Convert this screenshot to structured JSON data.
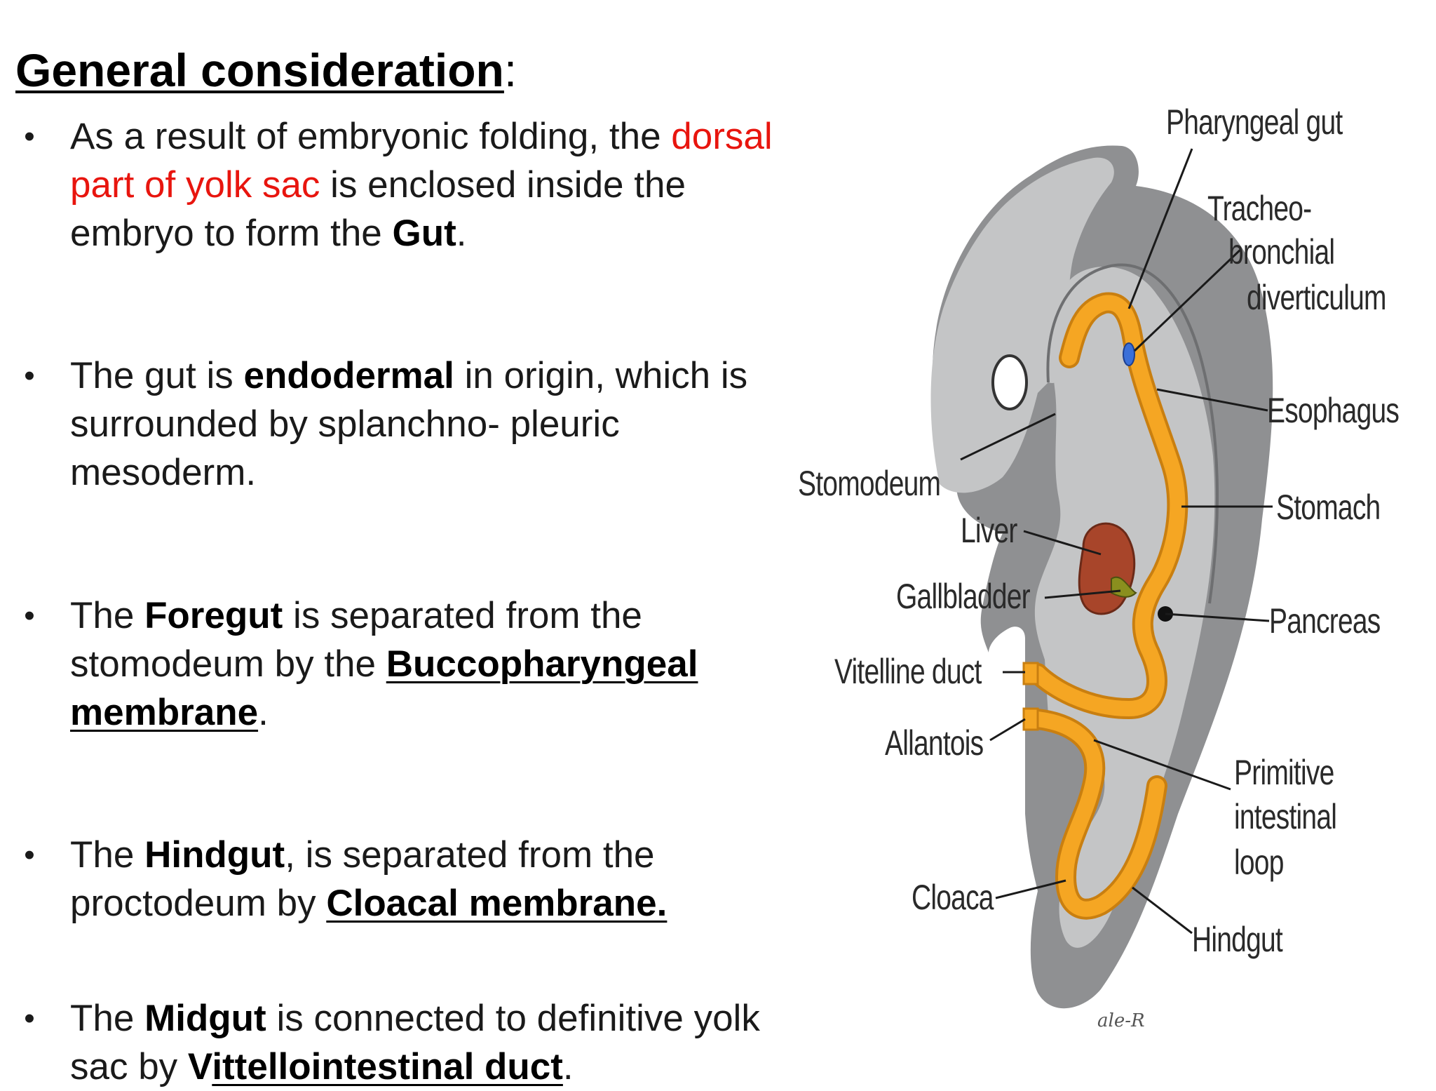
{
  "title": {
    "main": "General consideration",
    "colon": ":"
  },
  "bullets": [
    {
      "glyph": "•",
      "t1": "As a result of embryonic folding, the ",
      "t2": "dorsal part of yolk sac",
      "t3": " is enclosed inside the embryo to form the ",
      "t4": "Gut",
      "t5": "."
    },
    {
      "glyph": "•",
      "t1": "The gut is ",
      "t2": "endodermal",
      "t3": " in origin, which is surrounded by splanchno- pleuric mesoderm."
    },
    {
      "glyph": "•",
      "t1": "The ",
      "t2": "Foregut",
      "t3": " is separated from the stomodeum by the ",
      "t4": "Buccopharyngeal membrane",
      "t5": "."
    },
    {
      "glyph": "•",
      "t1": "The ",
      "t2": "Hindgut",
      "t3": ", is separated from the proctodeum by ",
      "t4": "Cloacal membrane."
    },
    {
      "glyph": "•",
      "t1": "The ",
      "t2": "Midgut",
      "t3": " is connected to definitive yolk sac by ",
      "t4": "V",
      "t5": "ittellointestinal duct",
      "t6": "."
    }
  ],
  "diagram": {
    "labels": {
      "pharyngeal_gut": "Pharyngeal gut",
      "tracheo_1": "Tracheo-",
      "tracheo_2": "bronchial",
      "tracheo_3": "diverticulum",
      "esophagus": "Esophagus",
      "stomodeum": "Stomodeum",
      "stomach": "Stomach",
      "liver": "Liver",
      "gallbladder": "Gallbladder",
      "pancreas": "Pancreas",
      "vitelline_duct": "Vitelline duct",
      "allantois": "Allantois",
      "primitive_1": "Primitive",
      "primitive_2": "intestinal",
      "primitive_3": "loop",
      "cloaca": "Cloaca",
      "hindgut": "Hindgut"
    },
    "signature": "ale-R",
    "colors": {
      "outer_body": "#8f9092",
      "inner_body": "#c4c5c6",
      "cavity": "#a9aaab",
      "gut": "#f5a623",
      "gut_edge": "#c97f10",
      "liver": "#a8452a",
      "gallbladder": "#8a8f1e",
      "diverticulum": "#3a6fd8"
    }
  }
}
